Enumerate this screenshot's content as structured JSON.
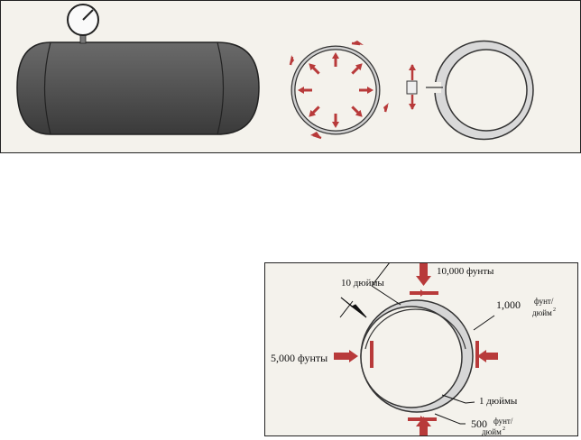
{
  "diagram": {
    "top": {
      "tank": {
        "gauge_icon": "pressure-gauge-icon"
      },
      "ring_pressure": {
        "arrow_count": 8
      },
      "split_ring": {}
    },
    "bottom": {
      "labels": {
        "diameter": "10 дюймы",
        "top_force": "10,000 фунты",
        "stress_top_value": "1,000",
        "stress_top_unit_line1": "фунт/",
        "stress_top_unit_line2": "дюйм",
        "stress_top_unit_power": "2",
        "side_force": "5,000 фунты",
        "thickness": "1 дюймы",
        "stress_bottom_value": "500",
        "stress_bottom_unit_line1": "фунт/",
        "stress_bottom_unit_line2": "дюйм",
        "stress_bottom_unit_power": "2"
      },
      "colors": {
        "arrow": "#b83a3a",
        "ring_fill": "#d6d6d6",
        "panel_bg": "#f4f2ec"
      }
    }
  }
}
